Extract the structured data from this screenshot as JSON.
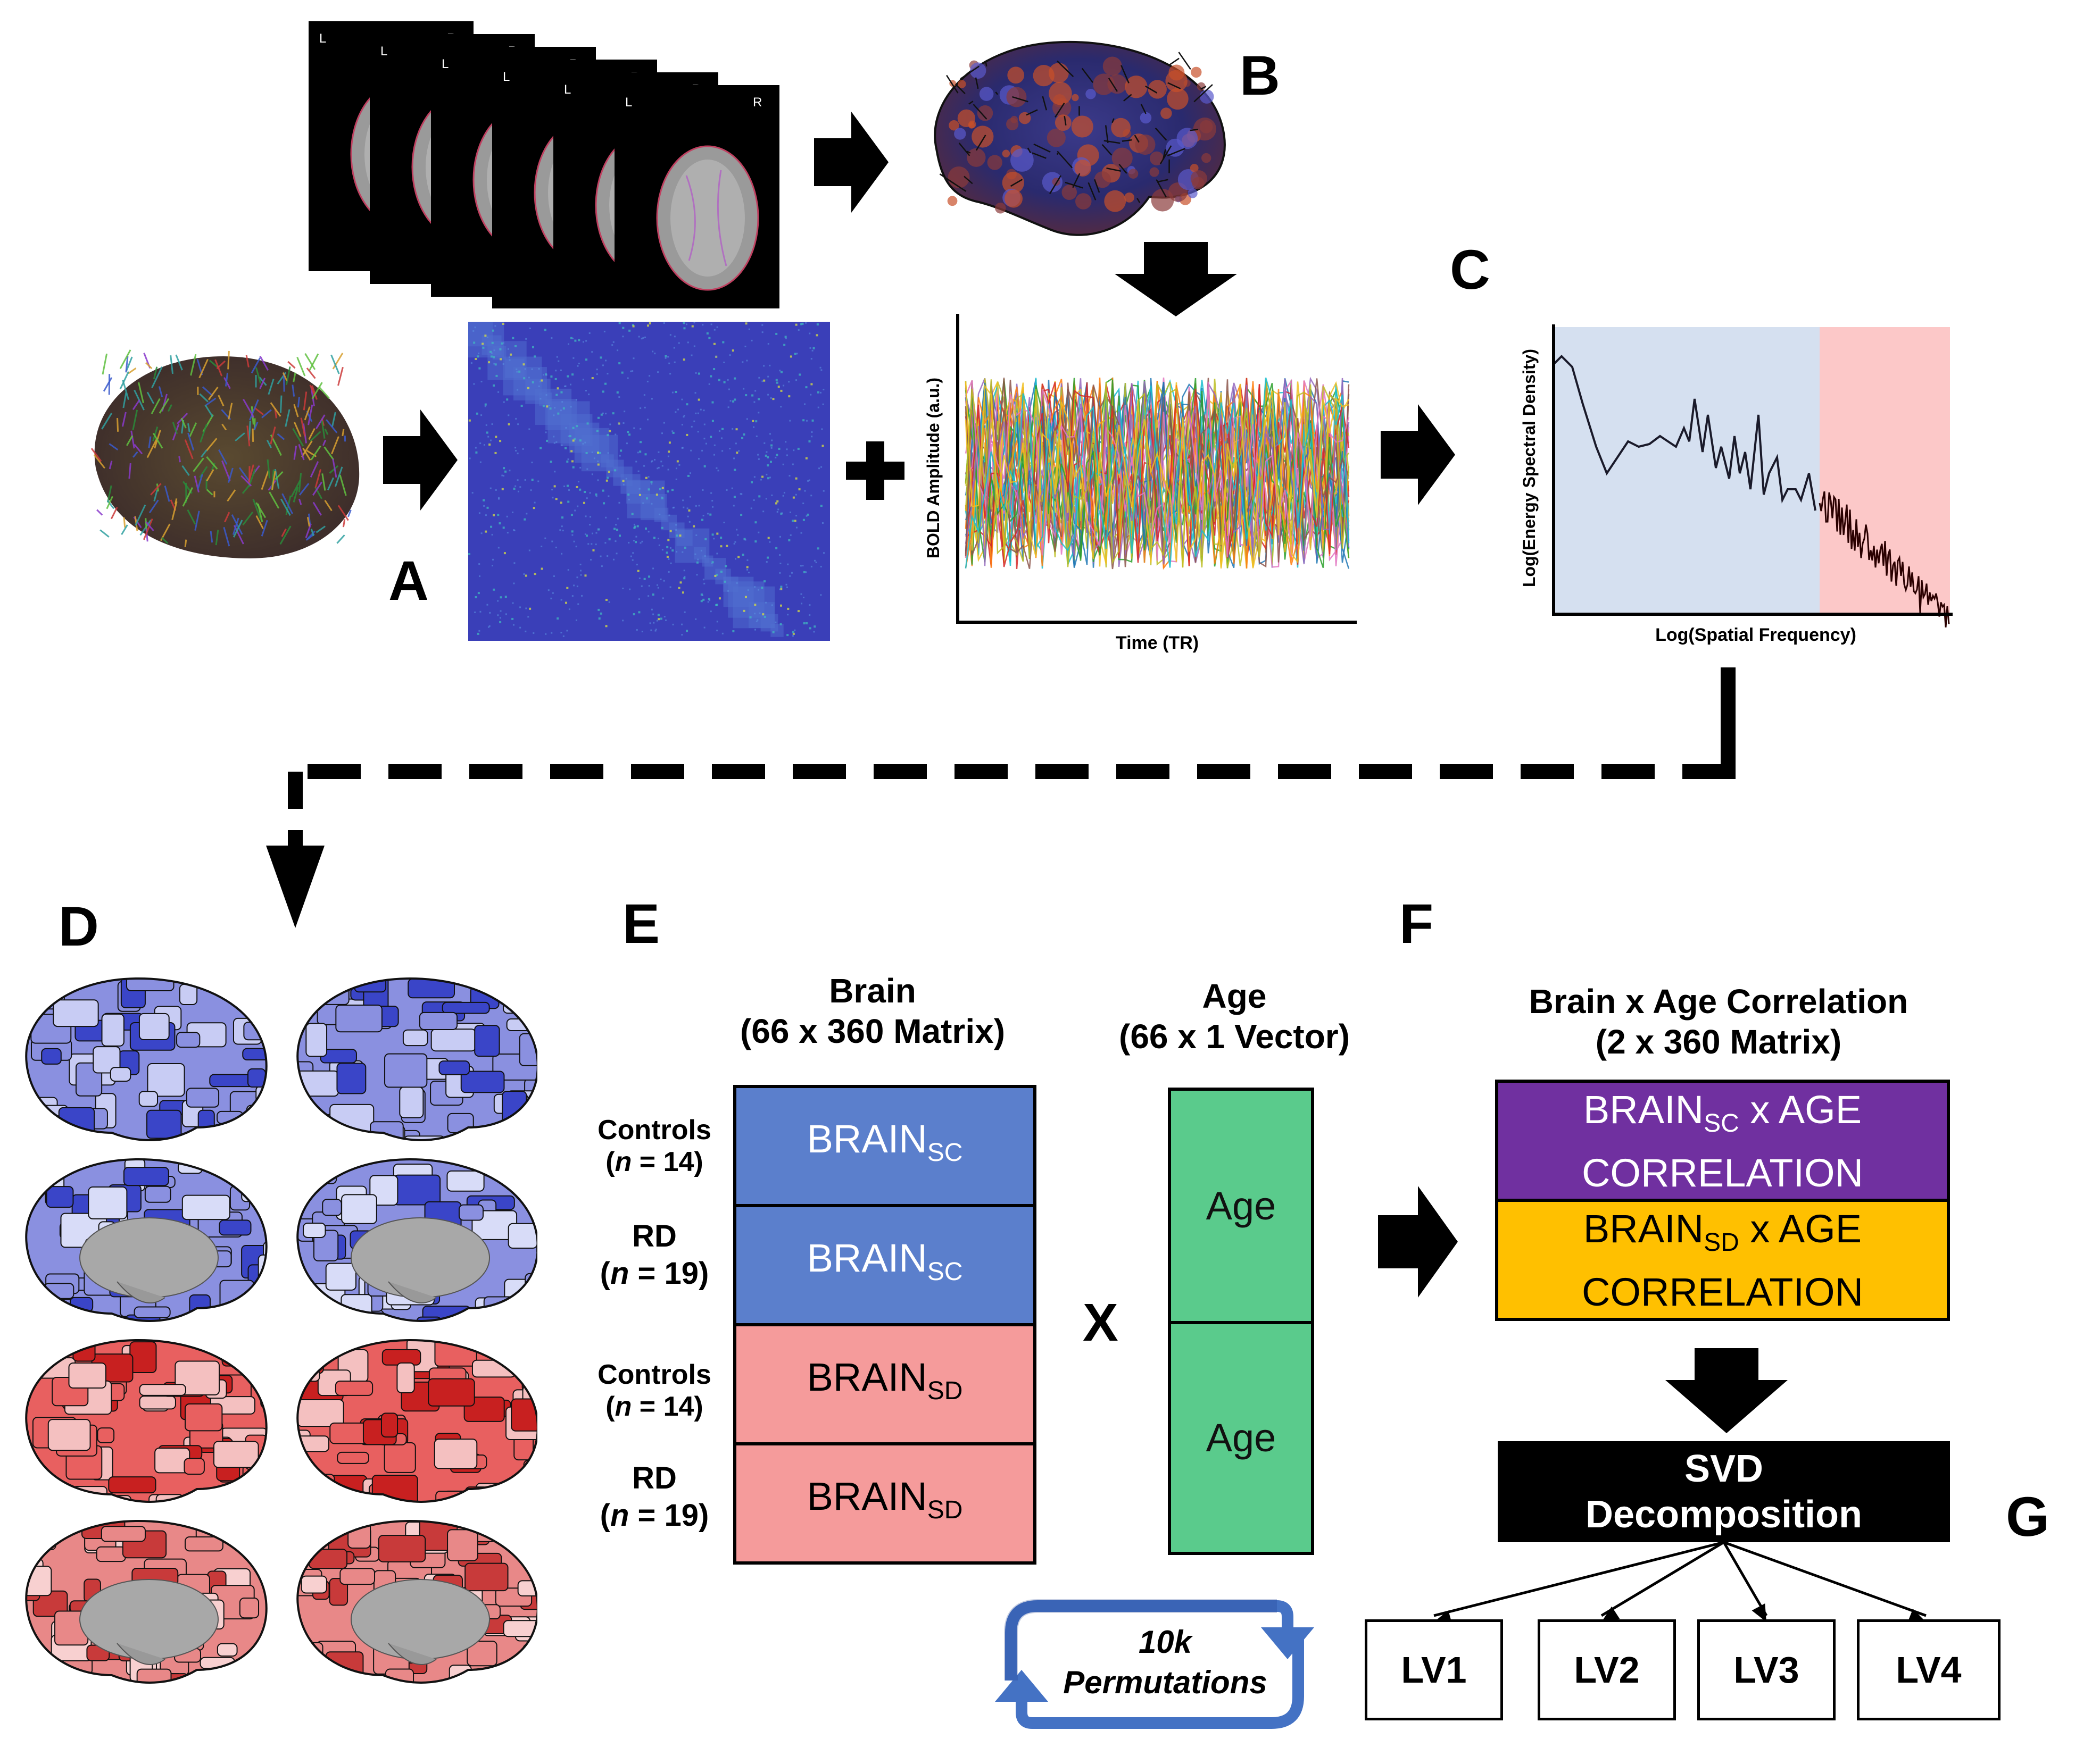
{
  "panels": {
    "a": "A",
    "b": "B",
    "c": "C",
    "d": "D",
    "e": "E",
    "f": "F",
    "g": "G"
  },
  "mri": {
    "left_marker": "L",
    "right_marker": "R"
  },
  "bold_plot": {
    "ylabel": "BOLD Amplitude (a.u.)",
    "xlabel": "Time (TR)"
  },
  "spectrum_plot": {
    "ylabel": "Log(Energy Spectral Density)",
    "xlabel": "Log(Spatial Frequency)"
  },
  "brain_matrix": {
    "title_line1": "Brain",
    "title_line2": "(66 x 360 Matrix)",
    "rows": [
      {
        "group_line1": "Controls",
        "n_label": "n",
        "n_value": " = 14)",
        "cell": "BRAIN",
        "sub": "SC"
      },
      {
        "group_line1": "RD",
        "n_label": "n",
        "n_value": " = 19)",
        "cell": "BRAIN",
        "sub": "SC"
      },
      {
        "group_line1": "Controls",
        "n_label": "n",
        "n_value": " = 14)",
        "cell": "BRAIN",
        "sub": "SD"
      },
      {
        "group_line1": "RD",
        "n_label": "n",
        "n_value": " = 19)",
        "cell": "BRAIN",
        "sub": "SD"
      }
    ]
  },
  "age_vector": {
    "title_line1": "Age",
    "title_line2": "(66 x 1 Vector)",
    "cells": [
      "Age",
      "Age"
    ]
  },
  "multiply_symbol": "X",
  "permutations": {
    "line1": "10k",
    "line2": "Permutations"
  },
  "correlation": {
    "title_line1": "Brain x Age Correlation",
    "title_line2": "(2 x 360 Matrix)",
    "row1": {
      "pre": "BRAIN",
      "sub": "SC",
      "post": " x AGE",
      "line2": "CORRELATION"
    },
    "row2": {
      "pre": "BRAIN",
      "sub": "SD",
      "post": " x AGE",
      "line2": "CORRELATION"
    }
  },
  "svd": {
    "line1": "SVD",
    "line2": "Decomposition"
  },
  "latent_variables": [
    "LV1",
    "LV2",
    "LV3",
    "LV4"
  ],
  "colors": {
    "brain_sc": "#5b7fcc",
    "brain_sd": "#f59b9b",
    "age": "#5acb8c",
    "corr_sc": "#7030a0",
    "corr_sd": "#ffc000",
    "perm_arrow": "#4472c4",
    "spectrum_low": "#d5e0f0",
    "spectrum_high": "#fcc8c8"
  }
}
